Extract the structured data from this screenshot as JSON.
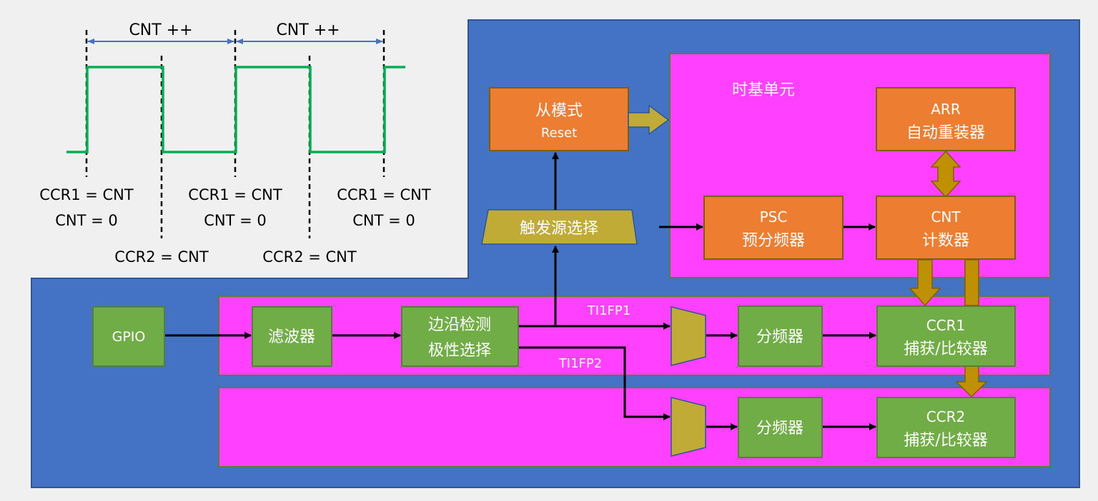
{
  "colors": {
    "background": "#f0f0f0",
    "blue_panel": "#4472c4",
    "magenta": "#ff40ff",
    "orange": "#ed7d31",
    "green": "#70ad47",
    "olive": "#c0ab37",
    "gold_arrow": "#bf9000",
    "signal_green": "#00b050",
    "arrow_blue": "#4472c4"
  },
  "waveform": {
    "period_labels": [
      "CNT ++",
      "CNT ++"
    ],
    "rising_labels": [
      {
        "line1": "CCR1 = CNT",
        "line2": "CNT = 0"
      },
      {
        "line1": "CCR1 = CNT",
        "line2": "CNT = 0"
      },
      {
        "line1": "CCR1 = CNT",
        "line2": "CNT = 0"
      }
    ],
    "falling_labels": [
      "CCR2 = CNT",
      "CCR2 = CNT"
    ]
  },
  "blocks": {
    "time_base_title": "时基单元",
    "slave_mode": {
      "line1": "从模式",
      "line2": "Reset"
    },
    "trigger_select": "触发源选择",
    "arr": {
      "line1": "ARR",
      "line2": "自动重装器"
    },
    "psc": {
      "line1": "PSC",
      "line2": "预分频器"
    },
    "cnt": {
      "line1": "CNT",
      "line2": "计数器"
    },
    "gpio": "GPIO",
    "filter": "滤波器",
    "edge_detect": {
      "line1": "边沿检测",
      "line2": "极性选择"
    },
    "ti1fp1": "TI1FP1",
    "ti1fp2": "TI1FP2",
    "divider1": "分频器",
    "divider2": "分频器",
    "ccr1": {
      "line1": "CCR1",
      "line2": "捕获/比较器"
    },
    "ccr2": {
      "line1": "CCR2",
      "line2": "捕获/比较器"
    }
  }
}
